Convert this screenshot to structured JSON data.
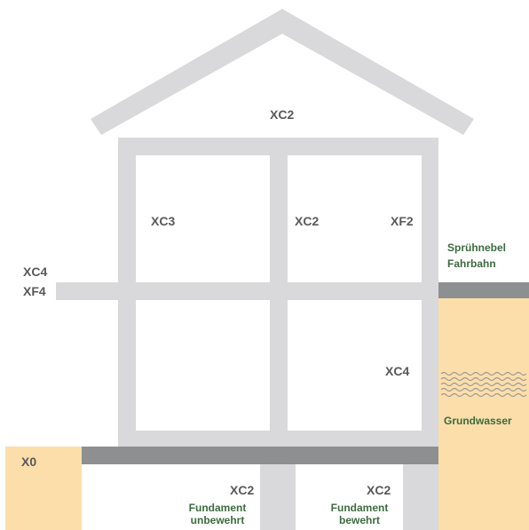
{
  "colors": {
    "structure": "#d9d9db",
    "slab": "#8e8f91",
    "soil": "#fbdeaa",
    "text": "#58595b",
    "green_text": "#3d6b3f",
    "water_wave": "#9a9a9a"
  },
  "labels": {
    "roof": "XC2",
    "room_upper_left": "XC3",
    "inner_wall_upper": "XC2",
    "room_upper_right": "XF2",
    "balcony_top": "XC4",
    "balcony_bottom": "XF4",
    "spray_line1": "Sprühnebel",
    "spray_line2": "Fahrbahn",
    "basement_right": "XC4",
    "groundwater": "Grundwasser",
    "ground_left": "X0",
    "foundation_left_class": "XC2",
    "foundation_left_line1": "Fundament",
    "foundation_left_line2": "unbewehrt",
    "foundation_right_class": "XC2",
    "foundation_right_line1": "Fundament",
    "foundation_right_line2": "bewehrt"
  }
}
